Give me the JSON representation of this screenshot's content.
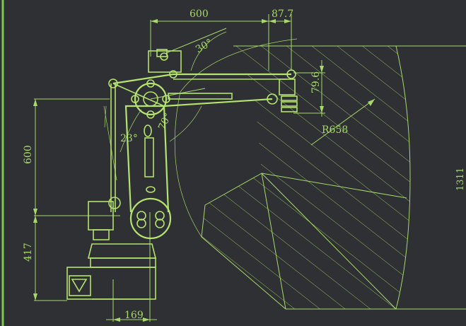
{
  "dimensions": {
    "reach_top": "600",
    "offset_top": "87.7",
    "angle_top": "30°",
    "wrist_height": "79.6",
    "radius": "R658",
    "arm_angle_front": "70°",
    "arm_angle_back": "23°",
    "height_600": "600",
    "height_417": "417",
    "base_169": "169",
    "right_edge": "1311"
  },
  "colors": {
    "background": "#2e3034",
    "line": "#a7d86a",
    "border": "#7ec850"
  }
}
